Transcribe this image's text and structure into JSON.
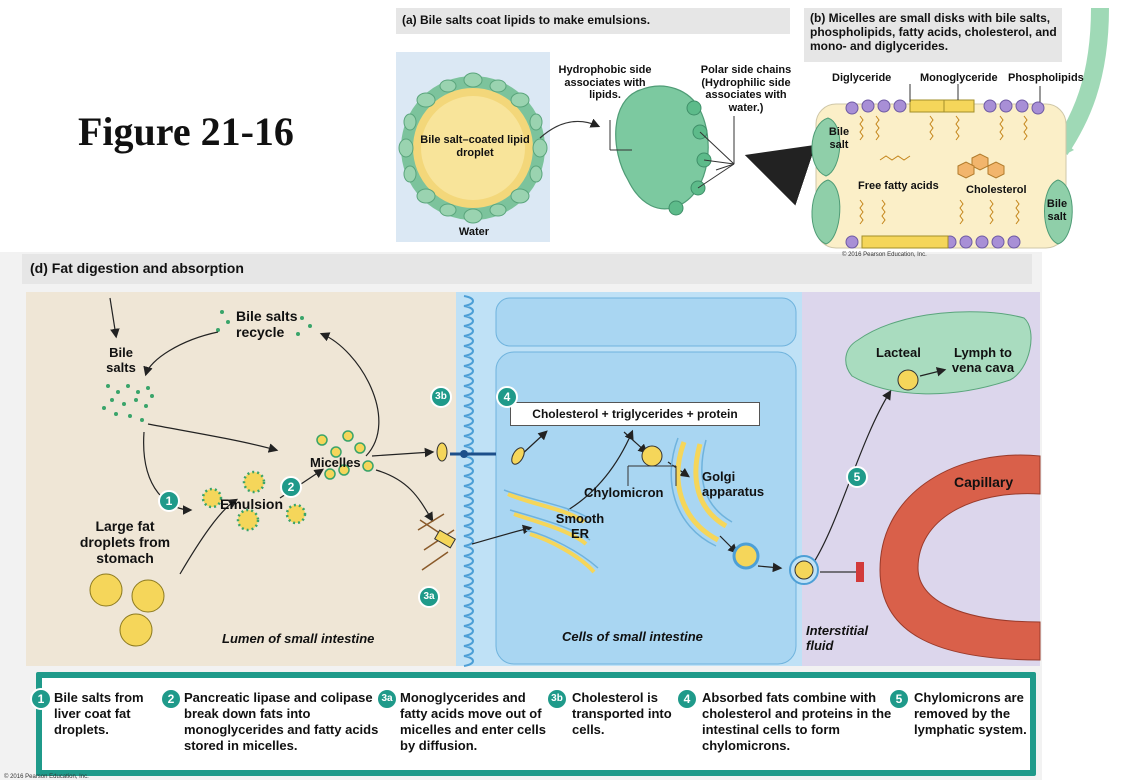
{
  "title": "Figure 21-16",
  "panel_a": {
    "header": "(a) Bile salts coat lipids to make emulsions.",
    "droplet_label": "Bile salt–coated lipid droplet",
    "water_label": "Water",
    "hydrophobic_label": "Hydrophobic side associates with lipids.",
    "polar_label": "Polar side chains (Hydrophilic side associates with water.)"
  },
  "panel_b": {
    "header": "(b) Micelles are small disks with bile salts, phospholipids, fatty acids, cholesterol, and mono- and diglycerides.",
    "diglyceride": "Diglyceride",
    "monoglyceride": "Monoglyceride",
    "phospholipids": "Phospholipids",
    "bile_salt_left": "Bile salt",
    "bile_salt_right": "Bile salt",
    "free_fatty_acids": "Free fatty acids",
    "cholesterol": "Cholesterol",
    "copyright": "© 2016 Pearson Education, Inc."
  },
  "panel_d": {
    "header": "(d) Fat digestion and absorption",
    "bile_salts_recycle": "Bile salts recycle",
    "bile_salts": "Bile salts",
    "micelles": "Micelles",
    "emulsion": "Emulsion",
    "large_fat": "Large fat droplets from stomach",
    "lumen": "Lumen of small intestine",
    "cells": "Cells of small intestine",
    "interstitial": "Interstitial fluid",
    "ctp_box": "Cholesterol + triglycerides + protein",
    "chylomicron": "Chylomicron",
    "golgi": "Golgi apparatus",
    "smooth_er": "Smooth ER",
    "lacteal": "Lacteal",
    "lymph": "Lymph to vena cava",
    "capillary": "Capillary",
    "copyright": "© 2016 Pearson Education, Inc."
  },
  "steps": {
    "s1": "1",
    "s2": "2",
    "s3a": "3a",
    "s3b": "3b",
    "s4": "4",
    "s5": "5"
  },
  "legend": [
    {
      "badge": "1",
      "text": "Bile salts from liver coat fat droplets."
    },
    {
      "badge": "2",
      "text": "Pancreatic lipase and colipase break down fats into monoglycerides and fatty acids stored in micelles."
    },
    {
      "badge": "3a",
      "text": "Monoglycerides and fatty acids move out of micelles and enter cells by diffusion."
    },
    {
      "badge": "3b",
      "text": "Cholesterol is transported into cells."
    },
    {
      "badge": "4",
      "text": "Absorbed fats combine with cholesterol and proteins in the intestinal cells to form chylomicrons."
    },
    {
      "badge": "5",
      "text": "Chylomicrons are removed by the lymphatic system."
    }
  ],
  "colors": {
    "teal": "#1f9a8a",
    "micelle_green": "#6dbf8e",
    "lipid_yellow": "#f5d65a",
    "cell_blue": "#b8ddf4",
    "lumen_tan": "#efe6d6",
    "interstitial_lilac": "#d9d4ea",
    "capillary_red": "#d9604a"
  }
}
